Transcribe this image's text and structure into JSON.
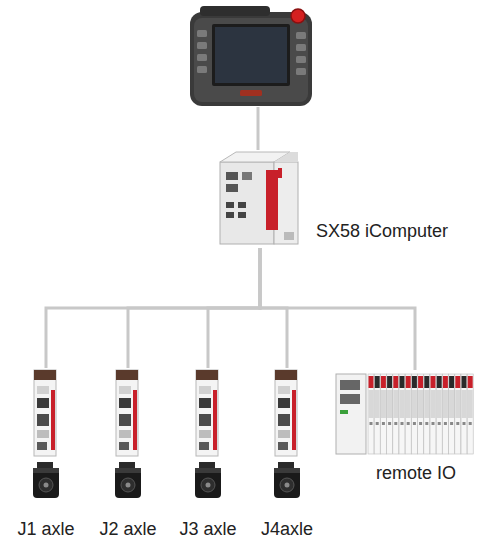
{
  "diagram": {
    "nodes": [
      {
        "text": [
          "SX58 iComputer"
        ]
      },
      {
        "text": [
          "J1 axle"
        ]
      },
      {
        "text": [
          "J2 axle"
        ]
      },
      {
        "text": [
          "J3 axle"
        ]
      },
      {
        "text": [
          "J4axle"
        ]
      },
      {
        "text": [
          "remote IO"
        ]
      }
    ],
    "edges": [
      {
        "from": 0,
        "to": 1,
        "arrow": "none"
      },
      {
        "from": 0,
        "to": 2,
        "arrow": "none"
      },
      {
        "from": 0,
        "to": 3,
        "arrow": "none"
      },
      {
        "from": 0,
        "to": 4,
        "arrow": "none"
      },
      {
        "from": 0,
        "to": 5,
        "arrow": "none"
      }
    ]
  }
}
